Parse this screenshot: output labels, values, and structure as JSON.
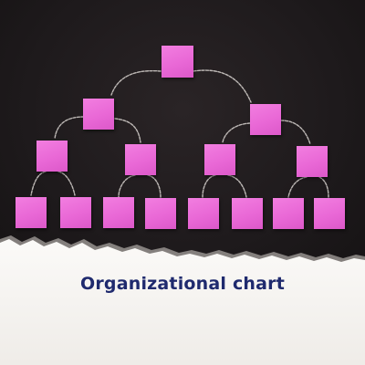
{
  "caption": "Organizational chart",
  "colors": {
    "board": "#1e1a1c",
    "note": "#e968d6",
    "chalk": "#d9d4d0",
    "paper": "#f6f4f1",
    "caption": "#1f2a6e"
  },
  "org_tree": {
    "levels": [
      {
        "level": 1,
        "nodes": 1
      },
      {
        "level": 2,
        "nodes": 2
      },
      {
        "level": 3,
        "nodes": 4
      },
      {
        "level": 4,
        "nodes": 8
      }
    ],
    "node_label": ""
  }
}
